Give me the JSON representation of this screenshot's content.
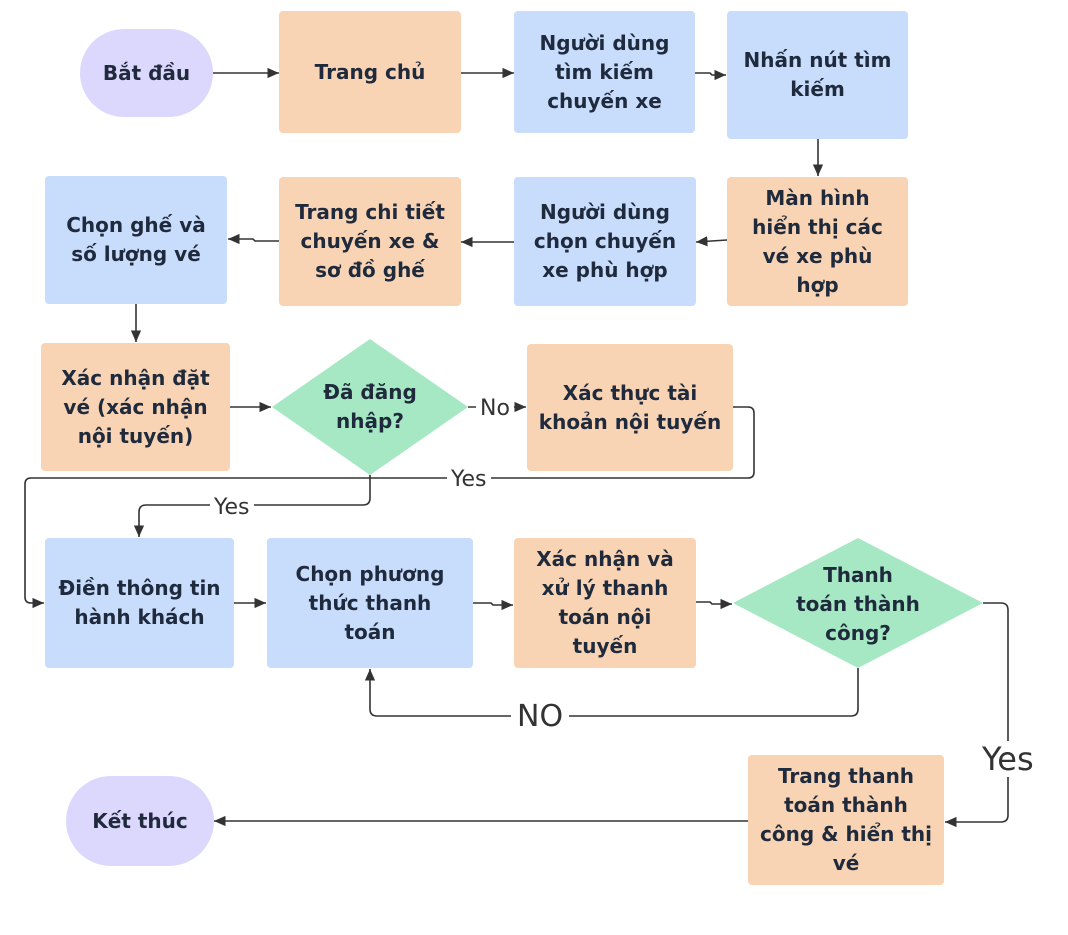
{
  "nodes": {
    "start": "Bắt đầu",
    "home": "Trang chủ",
    "user_search": "Người dùng\ntìm kiếm\nchuyến xe",
    "press_search": "Nhấn nút tìm\nkiếm",
    "show_tickets": "Màn hình\nhiển thị các\nvé xe phù\nhợp",
    "user_choose": "Người dùng\nchọn chuyến\nxe phù hợp",
    "trip_detail": "Trang chi tiết\nchuyến xe &\nsơ đồ ghế",
    "choose_seat": "Chọn ghế và\nsố lượng vé",
    "confirm_booking": "Xác nhận đặt\nvé (xác nhận\nnội tuyến)",
    "logged_in": "Đã đăng\nnhập?",
    "verify_account": "Xác thực tài\nkhoản nội tuyến",
    "passenger_info": "Điền thông tin\nhành khách",
    "payment_method": "Chọn phương\nthức thanh\ntoán",
    "process_payment": "Xác nhận và\nxử lý thanh\ntoán nội\ntuyến",
    "payment_success": "Thanh\ntoán thành\ncông?",
    "success_page": "Trang thanh\ntoán thành\ncông & hiển thị\nvé",
    "end": "Kết thúc"
  },
  "edge_labels": {
    "no_login": "No",
    "yes_login": "Yes",
    "yes_verified": "Yes",
    "no_payment": "NO",
    "yes_payment": "Yes"
  },
  "colors": {
    "terminal": "#dcd7fc",
    "process_orange": "#f8d4b4",
    "process_blue": "#c8dcfc",
    "decision": "#a6e8c4",
    "line": "#333333"
  }
}
